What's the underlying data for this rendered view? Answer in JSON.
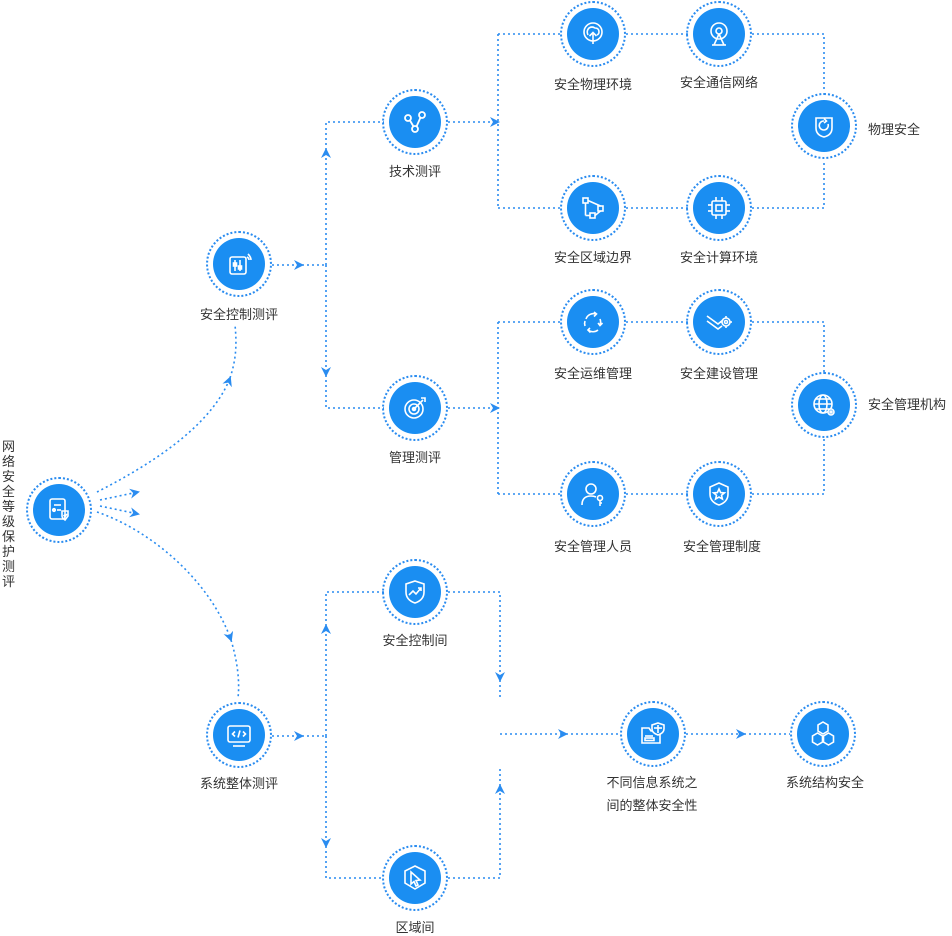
{
  "colors": {
    "accent": "#1a8ef2",
    "connector": "#2a8cf0",
    "text": "#333333"
  },
  "root": {
    "label": "网络安全等级保护测评",
    "icon": "shield-document-icon"
  },
  "branches": {
    "control": {
      "label": "安全控制测评",
      "icon": "control-panel-icon"
    },
    "system": {
      "label": "系统整体测评",
      "icon": "code-monitor-icon"
    }
  },
  "control_children": {
    "technical": {
      "label": "技术测评",
      "icon": "share-nodes-icon"
    },
    "management": {
      "label": "管理测评",
      "icon": "target-icon"
    }
  },
  "technical_items": [
    {
      "label": "安全物理环境",
      "icon": "cloud-upload-icon"
    },
    {
      "label": "安全通信网络",
      "icon": "antenna-icon"
    },
    {
      "label": "安全区域边界",
      "icon": "boundary-polygon-icon"
    },
    {
      "label": "安全计算环境",
      "icon": "chip-icon"
    }
  ],
  "technical_result": {
    "label": "物理安全",
    "icon": "refresh-shield-icon"
  },
  "management_items": [
    {
      "label": "安全运维管理",
      "icon": "cycle-arrows-icon"
    },
    {
      "label": "安全建设管理",
      "icon": "build-gear-icon"
    },
    {
      "label": "安全管理人员",
      "icon": "person-key-icon"
    },
    {
      "label": "安全管理制度",
      "icon": "shield-star-icon"
    }
  ],
  "management_result": {
    "label": "安全管理机构",
    "icon": "globe-gear-icon"
  },
  "system_children": {
    "between_controls": {
      "label": "安全控制间",
      "icon": "shield-chart-icon"
    },
    "between_regions": {
      "label": "区域间",
      "icon": "cursor-hexagon-icon"
    }
  },
  "system_merge": {
    "label_line1": "不同信息系统之",
    "label_line2": "间的整体安全性",
    "icon": "folder-shield-icon"
  },
  "system_result": {
    "label": "系统结构安全",
    "icon": "hexagons-icon"
  }
}
